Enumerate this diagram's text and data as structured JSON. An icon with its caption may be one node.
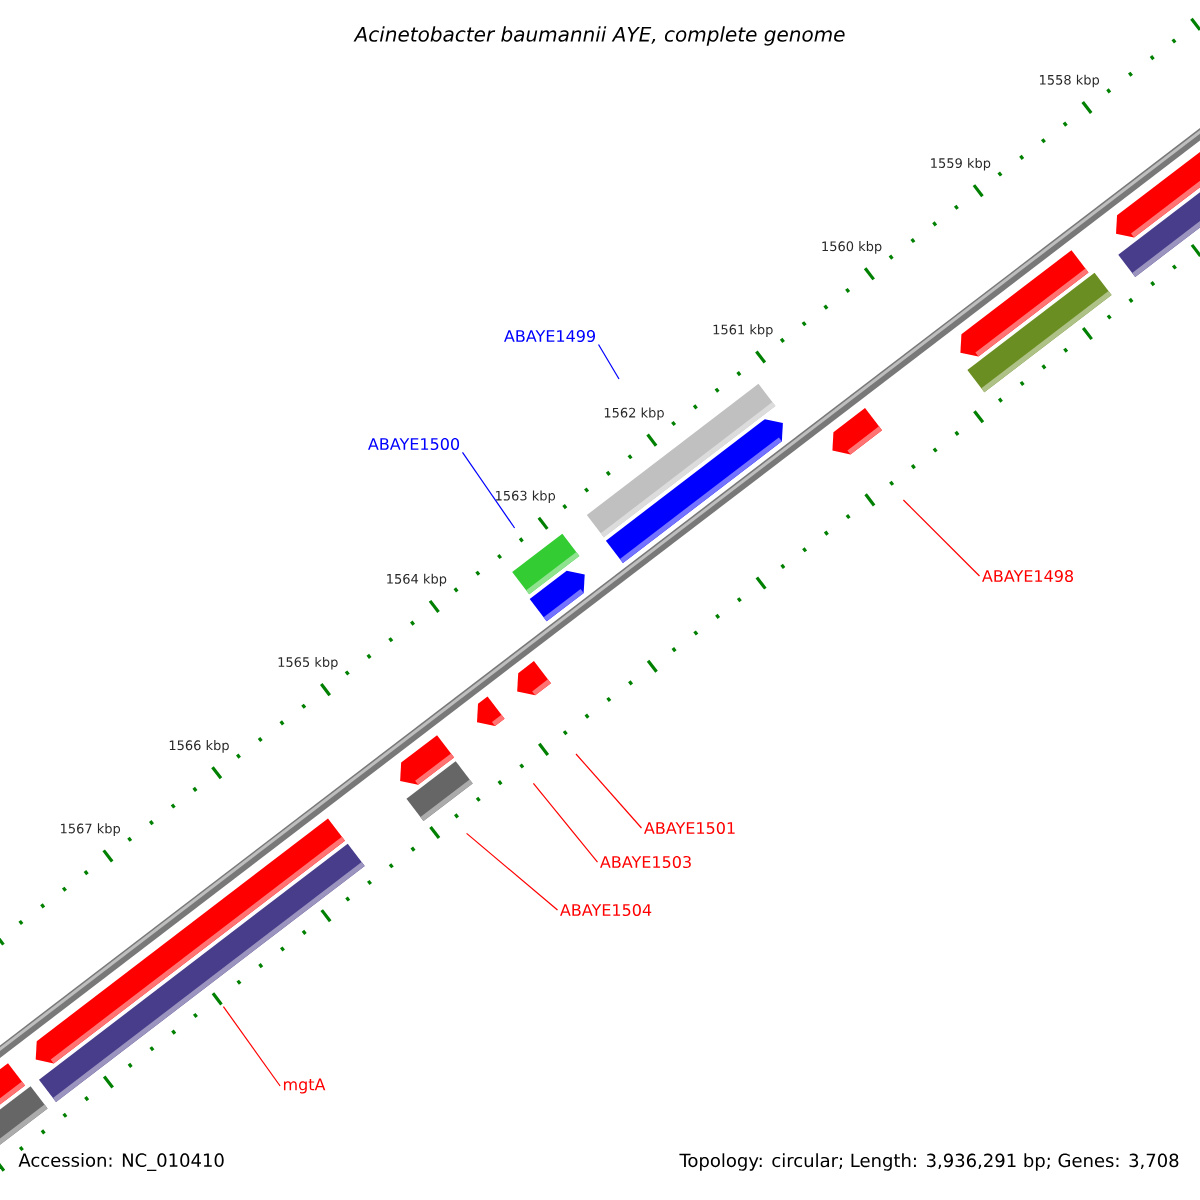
{
  "diagram": {
    "title": "Acinetobacter baumannii AYE, complete genome",
    "nodes": [
      {
        "text": [
          "ABAYE1499"
        ]
      },
      {
        "text": [
          "ABAYE1500"
        ]
      },
      {
        "text": [
          "ABAYE1498"
        ]
      },
      {
        "text": [
          "ABAYE1501"
        ]
      },
      {
        "text": [
          "ABAYE1503"
        ]
      },
      {
        "text": [
          "ABAYE1504"
        ]
      },
      {
        "text": [
          "mgtA"
        ]
      }
    ],
    "edges": [
      {
        "from": 0,
        "to": null,
        "arrow": "none",
        "color": "#0000ff"
      },
      {
        "from": 1,
        "to": null,
        "arrow": "none",
        "color": "#0000ff"
      },
      {
        "from": 2,
        "to": null,
        "arrow": "none"
      },
      {
        "from": 3,
        "to": null,
        "arrow": "none"
      },
      {
        "from": 4,
        "to": null,
        "arrow": "none"
      },
      {
        "from": 5,
        "to": null,
        "arrow": "none"
      },
      {
        "from": 6,
        "to": null,
        "arrow": "none"
      }
    ],
    "labels": [
      "1558 kbp",
      "1559 kbp",
      "1560 kbp",
      "1561 kbp",
      "1562 kbp",
      "1563 kbp",
      "1564 kbp",
      "1565 kbp",
      "1566 kbp",
      "1567 kbp",
      "Accession: NC_010410",
      "Topology: circular; Length: 3,936,291 bp; Genes: 3,708"
    ]
  }
}
